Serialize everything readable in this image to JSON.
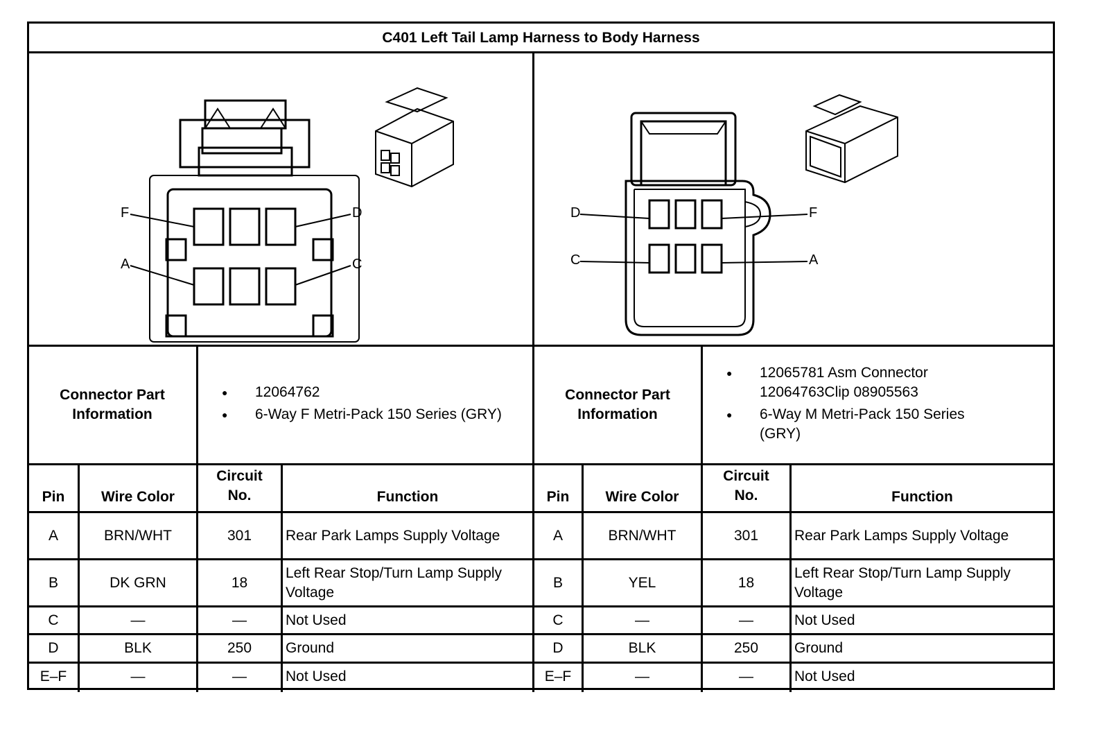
{
  "title": "C401 Left Tail Lamp Harness to Body Harness",
  "connectors": [
    {
      "cpi_label_line1": "Connector Part",
      "cpi_label_line2": "Information",
      "part_info": [
        "12064762",
        "6-Way F Metri-Pack 150 Series (GRY)"
      ],
      "diagram_labels": {
        "F": "F",
        "D": "D",
        "A": "A",
        "C": "C"
      },
      "headers": {
        "pin": "Pin",
        "wire_color": "Wire Color",
        "circuit_line1": "Circuit",
        "circuit_line2": "No.",
        "function": "Function"
      },
      "rows": [
        {
          "pin": "A",
          "wire_color": "BRN/WHT",
          "circuit": "301",
          "function": "Rear Park Lamps Supply Voltage"
        },
        {
          "pin": "B",
          "wire_color": "DK GRN",
          "circuit": "18",
          "function": "Left Rear Stop/Turn Lamp Supply Voltage"
        },
        {
          "pin": "C",
          "wire_color": "—",
          "circuit": "—",
          "function": "Not Used"
        },
        {
          "pin": "D",
          "wire_color": "BLK",
          "circuit": "250",
          "function": "Ground"
        },
        {
          "pin": "E–F",
          "wire_color": "—",
          "circuit": "—",
          "function": "Not Used"
        }
      ]
    },
    {
      "cpi_label_line1": "Connector Part",
      "cpi_label_line2": "Information",
      "part_info": [
        "12065781 Asm Connector 12064763Clip 08905563",
        "6-Way M Metri-Pack 150 Series (GRY)"
      ],
      "diagram_labels": {
        "D": "D",
        "F": "F",
        "C": "C",
        "A": "A"
      },
      "headers": {
        "pin": "Pin",
        "wire_color": "Wire Color",
        "circuit_line1": "Circuit",
        "circuit_line2": "No.",
        "function": "Function"
      },
      "rows": [
        {
          "pin": "A",
          "wire_color": "BRN/WHT",
          "circuit": "301",
          "function": "Rear Park Lamps Supply Voltage"
        },
        {
          "pin": "B",
          "wire_color": "YEL",
          "circuit": "18",
          "function": "Left Rear Stop/Turn Lamp Supply Voltage"
        },
        {
          "pin": "C",
          "wire_color": "—",
          "circuit": "—",
          "function": "Not Used"
        },
        {
          "pin": "D",
          "wire_color": "BLK",
          "circuit": "250",
          "function": "Ground"
        },
        {
          "pin": "E–F",
          "wire_color": "—",
          "circuit": "—",
          "function": "Not Used"
        }
      ]
    }
  ]
}
